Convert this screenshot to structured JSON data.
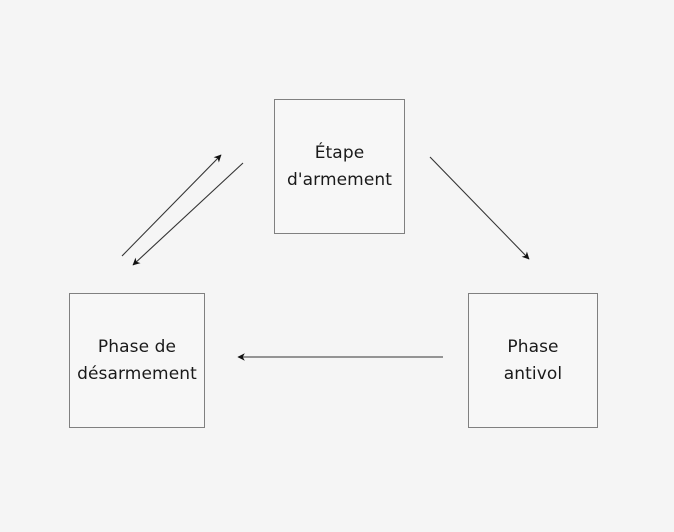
{
  "diagram": {
    "type": "cycle-flowchart",
    "background_color": "#f5f5f5",
    "box_border_color": "#808080",
    "box_fill_color": "#f7f7f7",
    "arrow_color": "#1a1a1a",
    "text_color": "#1a1a1a",
    "nodes": [
      {
        "id": "arming",
        "label_line_1": "Étape",
        "label_line_2": "d'armement",
        "full_label": "Étape d'armement"
      },
      {
        "id": "disarming",
        "label_line_1": "Phase de",
        "label_line_2": "désarmement",
        "full_label": "Phase de désarmement"
      },
      {
        "id": "antitheft",
        "label_line_1": "Phase",
        "label_line_2": "antivol",
        "full_label": "Phase antivol"
      }
    ],
    "edges": [
      {
        "id": "disarming-to-arming",
        "from": "disarming",
        "to": "arming",
        "direction": "up-right",
        "label": ""
      },
      {
        "id": "arming-to-disarming",
        "from": "arming",
        "to": "disarming",
        "direction": "down-left",
        "label": ""
      },
      {
        "id": "arming-to-antitheft",
        "from": "arming",
        "to": "antitheft",
        "direction": "down-right",
        "label": ""
      },
      {
        "id": "antitheft-to-disarming",
        "from": "antitheft",
        "to": "disarming",
        "direction": "left",
        "label": ""
      }
    ]
  }
}
